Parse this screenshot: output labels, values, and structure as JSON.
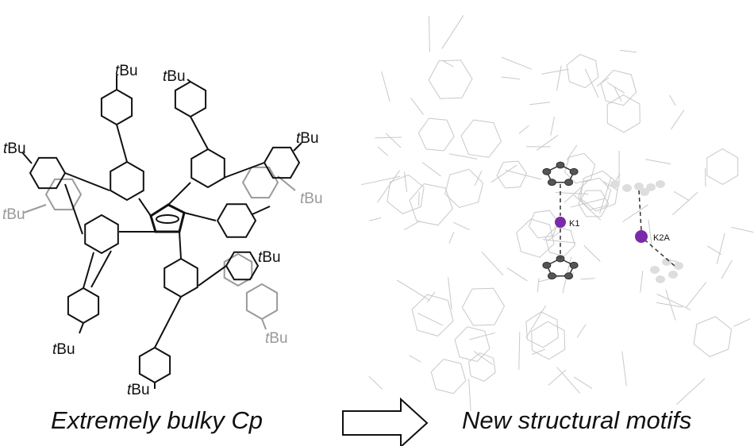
{
  "left_caption": "Extremely bulky Cp",
  "right_caption": "New structural motifs",
  "substituent_label": "tBu",
  "substituent_prefix": "t",
  "substituent_suffix": "Bu",
  "atom_labels": {
    "k1": "K1",
    "k2a": "K2A"
  },
  "colors": {
    "bond": "#111111",
    "faded_bond": "#9a9a9a",
    "wire": "#c8c8c8",
    "potassium": "#7a2aa8",
    "carbon": "#555555"
  }
}
